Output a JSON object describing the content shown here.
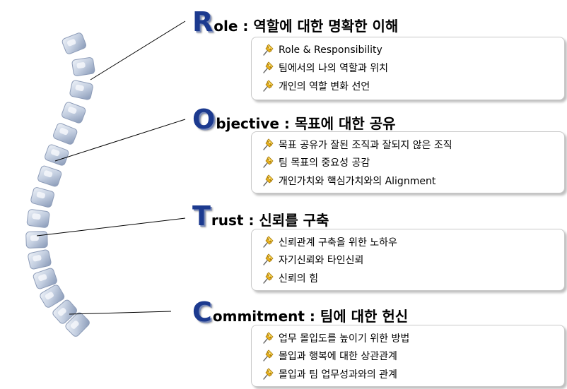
{
  "sections": [
    {
      "initial": "R",
      "title": "ole : 역할에 대한 명확한 이해",
      "items": [
        "Role & Responsibility",
        "팀에서의 나의 역할과 위치",
        "개인의 역할 변화 선언"
      ]
    },
    {
      "initial": "O",
      "title": "bjective : 목표에 대한 공유",
      "items": [
        "목표 공유가 잘된 조직과 잘되지 않은 조직",
        "팀 목표의 중요성 공감",
        "개인가치와 핵심가치와의 Alignment"
      ]
    },
    {
      "initial": "T",
      "title": "rust : 신뢰를 구축",
      "items": [
        "신뢰관계 구축을 위한 노하우",
        "자기신뢰와 타인신뢰",
        "신뢰의 힘"
      ]
    },
    {
      "initial": "C",
      "title": "ommitment : 팀에 대한 헌신",
      "items": [
        "업무 몰입도를 높이기 위한 방법",
        "몰입과 행복에 대한 상관관계",
        "몰입과 팀 업무성과와의 관계"
      ]
    }
  ],
  "colors": {
    "initial": "#1c3a8f",
    "vertebra": "#c7d1e2",
    "vertebra_edge": "#8d9cb8",
    "box_border": "#c9c9c9"
  },
  "icons": {
    "bullet": "pushpin-icon",
    "illustration": "spine-illustration"
  }
}
